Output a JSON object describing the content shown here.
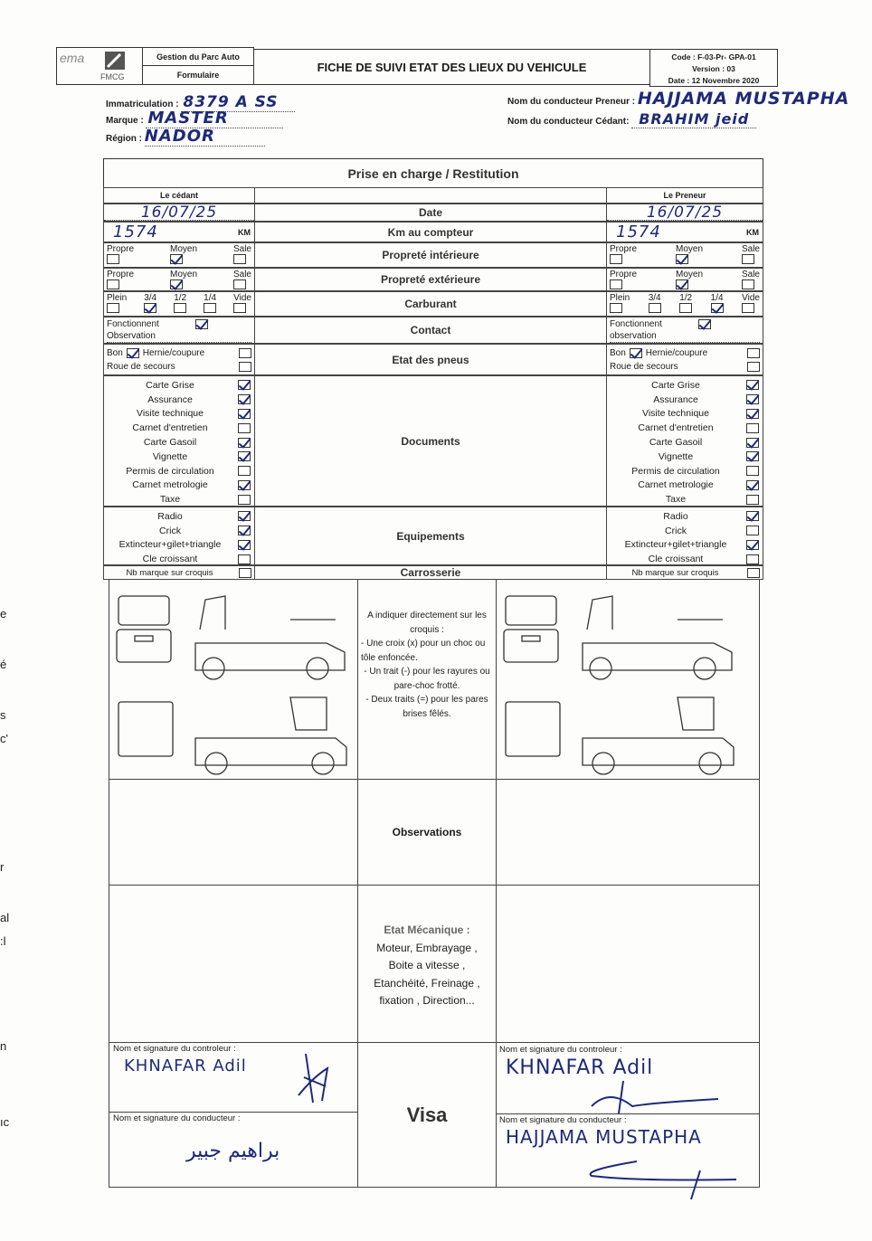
{
  "header": {
    "logo_text": "ema",
    "logo_sub": "FMCG",
    "dept": "Gestion du Parc Auto",
    "type": "Formulaire",
    "title": "FICHE DE SUIVI ETAT DES LIEUX DU VEHICULE",
    "code": "Code : F-03-Pr- GPA-01",
    "version": "Version : 03",
    "date": "Date : 12 Novembre 2020"
  },
  "info": {
    "immat_label": "Immatriculation :",
    "immat_value": "8379 A SS",
    "marque_label": "Marque :",
    "marque_value": "MASTER",
    "region_label": "Région :",
    "region_value": "NADOR",
    "preneur_label": "Nom du conducteur Preneur :",
    "preneur_value": "HAJJAMA MUSTAPHA",
    "cedant_label": "Nom du conducteur Cédant:",
    "cedant_value": "BRAHIM jeid"
  },
  "table": {
    "title": "Prise en charge / Restitution",
    "left_head": "Le cédant",
    "right_head": "Le Preneur",
    "rows": {
      "date": "Date",
      "km": "Km au compteur",
      "interior": "Propreté intérieure",
      "exterior": "Propreté extérieure",
      "fuel": "Carburant",
      "contact": "Contact",
      "tyres": "Etat des pneus",
      "documents": "Documents",
      "equipment": "Equipements",
      "body": "Carrosserie"
    },
    "km_unit": "KM",
    "fonctionnent": "Fonctionnent",
    "observation_left": "Observation",
    "observation_right": "observation",
    "bon": "Bon",
    "hernie": "Hernie/coupure",
    "roue": "Roue de secours",
    "nb_marque": "Nb marque sur croquis"
  },
  "left": {
    "date": "16/07/25",
    "km": "1574",
    "interior": [
      {
        "label": "Propre",
        "checked": false
      },
      {
        "label": "Moyen",
        "checked": true
      },
      {
        "label": "Sale",
        "checked": false
      }
    ],
    "exterior": [
      {
        "label": "Propre",
        "checked": false
      },
      {
        "label": "Moyen",
        "checked": true
      },
      {
        "label": "Sale",
        "checked": false
      }
    ],
    "fuel": [
      {
        "label": "Plein",
        "checked": false
      },
      {
        "label": "3/4",
        "checked": true
      },
      {
        "label": "1/2",
        "checked": false
      },
      {
        "label": "1/4",
        "checked": false
      },
      {
        "label": "Vide",
        "checked": false
      }
    ],
    "contact_ok": true,
    "bon": true,
    "hernie": false,
    "roue": false,
    "documents": [
      {
        "label": "Carte Grise",
        "checked": true
      },
      {
        "label": "Assurance",
        "checked": true
      },
      {
        "label": "Visite technique",
        "checked": true
      },
      {
        "label": "Carnet d'entretien",
        "checked": false
      },
      {
        "label": "Carte Gasoil",
        "checked": true
      },
      {
        "label": "Vignette",
        "checked": true
      },
      {
        "label": "Permis de circulation",
        "checked": false
      },
      {
        "label": "Carnet metrologie",
        "checked": true
      },
      {
        "label": "Taxe",
        "checked": false
      }
    ],
    "equipment": [
      {
        "label": "Radio",
        "checked": true
      },
      {
        "label": "Crick",
        "checked": true
      },
      {
        "label": "Extincteur+gilet+triangle",
        "checked": true
      },
      {
        "label": "Cle croissant",
        "checked": false
      }
    ],
    "nb_marque": false
  },
  "right": {
    "date": "16/07/25",
    "km": "1574",
    "interior": [
      {
        "label": "Propre",
        "checked": false
      },
      {
        "label": "Moyen",
        "checked": true
      },
      {
        "label": "Sale",
        "checked": false
      }
    ],
    "exterior": [
      {
        "label": "Propre",
        "checked": false
      },
      {
        "label": "Moyen",
        "checked": true
      },
      {
        "label": "Sale",
        "checked": false
      }
    ],
    "fuel": [
      {
        "label": "Plein",
        "checked": false
      },
      {
        "label": "3/4",
        "checked": false
      },
      {
        "label": "1/2",
        "checked": false
      },
      {
        "label": "1/4",
        "checked": true
      },
      {
        "label": "Vide",
        "checked": false
      }
    ],
    "contact_ok": true,
    "bon": true,
    "hernie": false,
    "roue": false,
    "documents": [
      {
        "label": "Carte Grise",
        "checked": true
      },
      {
        "label": "Assurance",
        "checked": true
      },
      {
        "label": "Visite technique",
        "checked": true
      },
      {
        "label": "Carnet d'entretien",
        "checked": false
      },
      {
        "label": "Carte Gasoil",
        "checked": true
      },
      {
        "label": "Vignette",
        "checked": true
      },
      {
        "label": "Permis de circulation",
        "checked": false
      },
      {
        "label": "Carnet metrologie",
        "checked": true
      },
      {
        "label": "Taxe",
        "checked": false
      }
    ],
    "equipment": [
      {
        "label": "Radio",
        "checked": true
      },
      {
        "label": "Crick",
        "checked": false
      },
      {
        "label": "Extincteur+gilet+triangle",
        "checked": true
      },
      {
        "label": "Cle croissant",
        "checked": false
      }
    ],
    "nb_marque": false
  },
  "croquis": {
    "instructions": [
      "A indiquer directement sur les croquis :",
      "- Une croix (x) pour un choc ou tôle enfoncée.",
      "- Un trait (-) pour les rayures ou pare-choc frotté.",
      "- Deux traits (=) pour les pares brises fêlés."
    ]
  },
  "observations": "Observations",
  "mecanique": {
    "title": "Etat Mécanique :",
    "lines": [
      "Moteur, Embrayage ,",
      "Boite a vitesse ,",
      "Etanchéité, Freinage ,",
      "fixation , Direction..."
    ]
  },
  "visa": {
    "label": "Visa",
    "controleur_label": "Nom et signature du controleur :",
    "conducteur_label": "Nom et signature du conducteur :",
    "left_controleur": "KHNAFAR Adil",
    "left_conducteur": "براهيم جبير",
    "right_controleur": "KHNAFAR Adil",
    "right_conducteur": "HAJJAMA MUSTAPHA"
  },
  "margin_fragments": [
    "e",
    "é",
    "s",
    "c'",
    "r",
    "al",
    ":l",
    "n",
    "ıc"
  ]
}
